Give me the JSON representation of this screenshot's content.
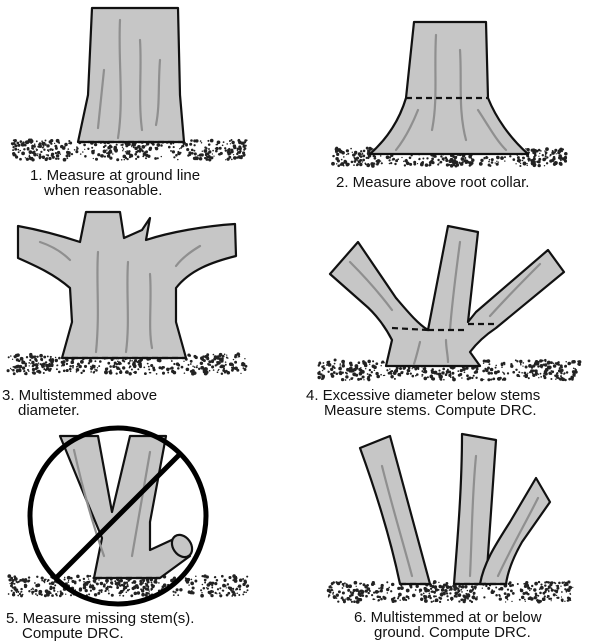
{
  "figure": {
    "panels": [
      {
        "caption_lines": [
          "1. Measure at ground line",
          "when reasonable."
        ]
      },
      {
        "caption_lines": [
          "2. Measure above root collar."
        ]
      },
      {
        "caption_lines": [
          "3. Multistemmed above",
          "diameter."
        ]
      },
      {
        "caption_lines": [
          "4. Excessive diameter below stems",
          "Measure stems.  Compute DRC."
        ]
      },
      {
        "caption_lines": [
          "5. Measure missing stem(s).",
          "Compute DRC."
        ]
      },
      {
        "caption_lines": [
          "6. Multistemmed at or below",
          "ground.  Compute DRC."
        ]
      }
    ]
  },
  "colors": {
    "bark": "#c6c6c6",
    "outline": "#111111",
    "ground_speckle": "#222222",
    "prohibition_mark": "#000000"
  }
}
